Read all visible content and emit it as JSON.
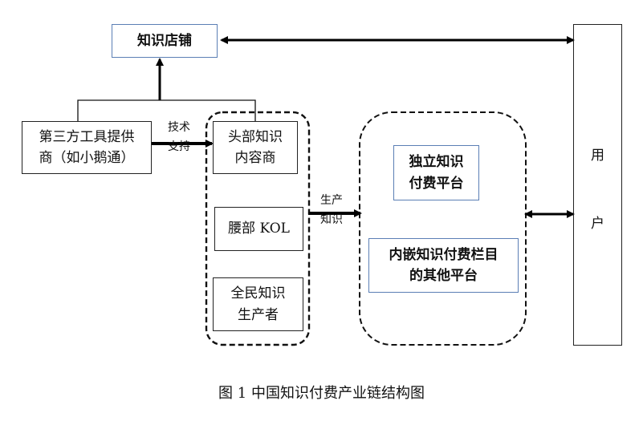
{
  "nodes": {
    "knowledge_store": "知识店铺",
    "third_party": [
      "第三方工具提供",
      "商（如小鹅通）"
    ],
    "head_creators": [
      "头部知识",
      "内容商"
    ],
    "waist_kol": "腰部 KOL",
    "mass_producers": [
      "全民知识",
      "生产者"
    ],
    "independent_platform": [
      "独立知识",
      "付费平台"
    ],
    "embedded_platform": [
      "内嵌知识付费栏目",
      "的其他平台"
    ],
    "users": [
      "用",
      "户"
    ]
  },
  "edge_labels": {
    "tech_support": [
      "技术",
      "支持"
    ],
    "produce_knowledge": [
      "生产",
      "知识"
    ]
  },
  "caption": "图 1  中国知识付费产业链结构图"
}
